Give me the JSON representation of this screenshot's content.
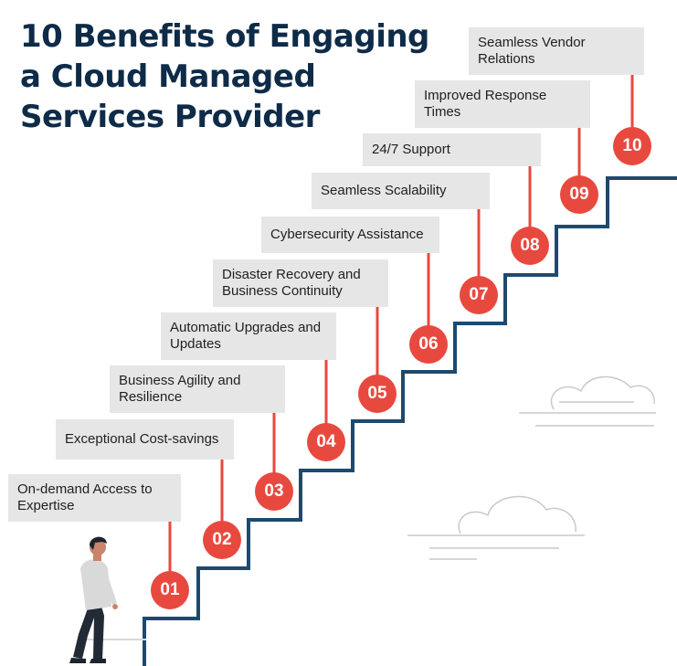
{
  "title": {
    "line1": "10 Benefits of Engaging",
    "line2": "a Cloud Managed",
    "line3": "Services Provider"
  },
  "colors": {
    "title": "#0e2b48",
    "badge": "#e8493f",
    "stair": "#1d4a6e",
    "box": "#e6e6e6",
    "box_text": "#1f1f1f",
    "cloud": "#c9c9c9"
  },
  "steps": [
    {
      "number": "01",
      "label": "On-demand Access to Expertise"
    },
    {
      "number": "02",
      "label": "Exceptional Cost-savings"
    },
    {
      "number": "03",
      "label": "Business Agility and Resilience"
    },
    {
      "number": "04",
      "label": "Automatic Upgrades and Updates"
    },
    {
      "number": "05",
      "label": "Disaster Recovery and Business Continuity"
    },
    {
      "number": "06",
      "label": "Cybersecurity Assistance"
    },
    {
      "number": "07",
      "label": "Seamless Scalability"
    },
    {
      "number": "08",
      "label": "24/7 Support"
    },
    {
      "number": "09",
      "label": "Improved Response Times"
    },
    {
      "number": "10",
      "label": "Seamless Vendor Relations"
    }
  ],
  "decor": [
    "staircase",
    "person-climbing",
    "cloud",
    "cloud"
  ]
}
